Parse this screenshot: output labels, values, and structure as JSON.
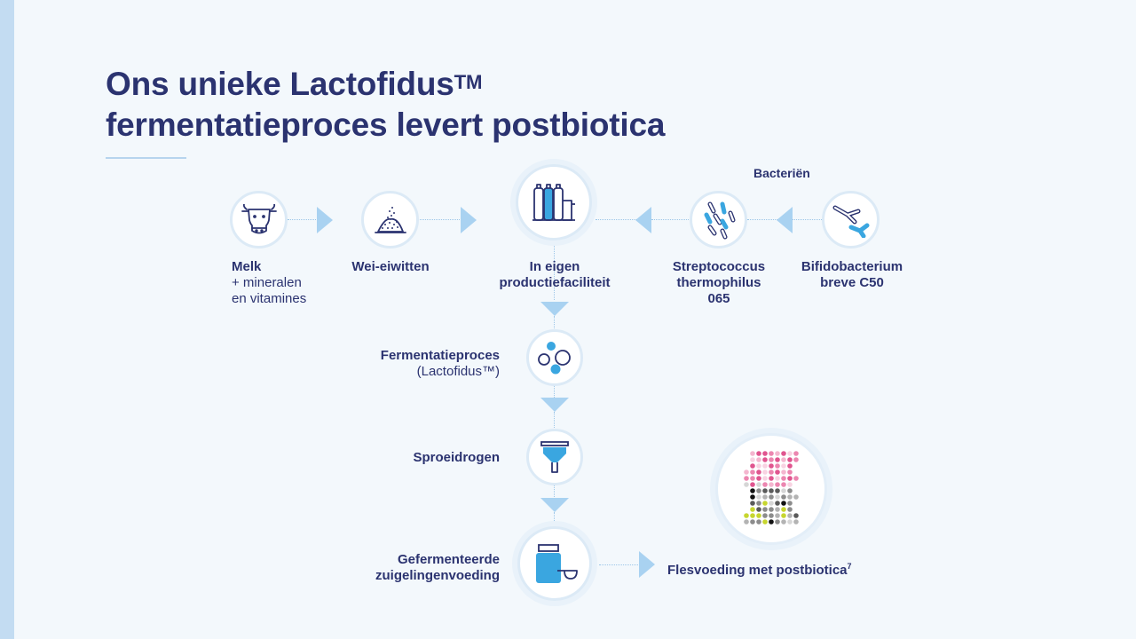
{
  "slide": {
    "title_line1": "Ons unieke Lactofidus",
    "title_tm": "TM",
    "title_line2": "fermentatieproces levert postbiotica"
  },
  "diagram": {
    "bacteria_header": "Bacteriën",
    "nodes": {
      "milk": {
        "title": "Melk",
        "sub1": "+ mineralen",
        "sub2": "en vitamines",
        "icon": "cow-icon"
      },
      "whey": {
        "title": "Wei-eiwitten",
        "icon": "powder-pile-icon"
      },
      "facility": {
        "title1": "In eigen",
        "title2": "productiefaciliteit",
        "icon": "production-tanks-icon"
      },
      "strepto": {
        "title1": "Streptococcus",
        "title2": "thermophilus",
        "title3": "065",
        "icon": "rod-bacteria-icon"
      },
      "bifido": {
        "title1": "Bifidobacterium",
        "title2": "breve C50",
        "icon": "y-shaped-bacteria-icon"
      },
      "fermentation": {
        "title": "Fermentatieproces",
        "sub": "(Lactofidus™)",
        "icon": "bubbles-icon"
      },
      "spraydry": {
        "title": "Sproeidrogen",
        "icon": "funnel-icon"
      },
      "formula": {
        "title1": "Gefermenteerde",
        "title2": "zuigelingenvoeding",
        "icon": "formula-tin-scoop-icon"
      },
      "result": {
        "title": "Flesvoeding met postbiotica",
        "ref": "7",
        "icon": "postbiotic-dots-icon"
      }
    }
  },
  "colors": {
    "navy": "#2b3370",
    "accent_blue": "#3aa6e0",
    "arrow_blue": "#a9d2f1",
    "pink": "#e0558f",
    "lime": "#c7d62f",
    "grey": "#8c8c8c"
  }
}
